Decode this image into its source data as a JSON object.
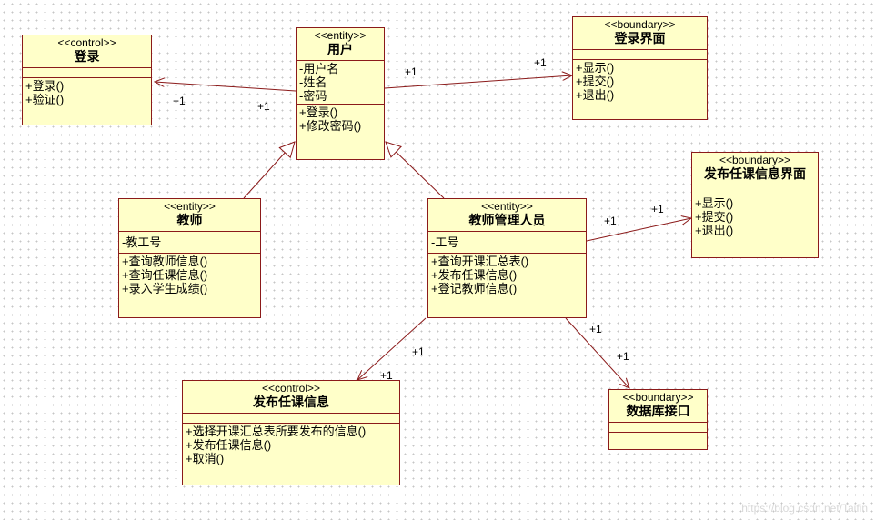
{
  "classes": {
    "denglu": {
      "stereotype": "<<control>>",
      "name": "登录",
      "attributes": [],
      "operations": [
        "+登录()",
        "+验证()"
      ]
    },
    "yonghu": {
      "stereotype": "<<entity>>",
      "name": "用户",
      "attributes": [
        "-用户名",
        "-姓名",
        "-密码"
      ],
      "operations": [
        "+登录()",
        "+修改密码()"
      ]
    },
    "denglu_jiemian": {
      "stereotype": "<<boundary>>",
      "name": "登录界面",
      "attributes": [],
      "operations": [
        "+显示()",
        "+提交()",
        "+退出()"
      ]
    },
    "fabu_jiemian": {
      "stereotype": "<<boundary>>",
      "name": "发布任课信息界面",
      "attributes": [],
      "operations": [
        "+显示()",
        "+提交()",
        "+退出()"
      ]
    },
    "jiaoshi": {
      "stereotype": "<<entity>>",
      "name": "教师",
      "attributes": [
        "-教工号"
      ],
      "operations": [
        "+查询教师信息()",
        "+查询任课信息()",
        "+录入学生成绩()"
      ]
    },
    "guanli": {
      "stereotype": "<<entity>>",
      "name": "教师管理人员",
      "attributes": [
        "-工号"
      ],
      "operations": [
        "+查询开课汇总表()",
        "+发布任课信息()",
        "+登记教师信息()"
      ]
    },
    "fabu": {
      "stereotype": "<<control>>",
      "name": "发布任课信息",
      "attributes": [],
      "operations": [
        "+选择开课汇总表所要发布的信息()",
        "+发布任课信息()",
        "+取消()"
      ]
    },
    "shujuku": {
      "stereotype": "<<boundary>>",
      "name": "数据库接口",
      "attributes": [],
      "operations": []
    }
  },
  "multiplicities": {
    "m1": "+1",
    "m2": "+1",
    "m3": "+1",
    "m4": "+1",
    "m5": "+1",
    "m6": "+1",
    "m7": "+1",
    "m8": "+1",
    "m9": "+1",
    "m10": "+1"
  },
  "colors": {
    "line": "#8b1a1a",
    "fill": "#ffffc9"
  },
  "watermark": "https://blog.csdn.net/Taifin"
}
